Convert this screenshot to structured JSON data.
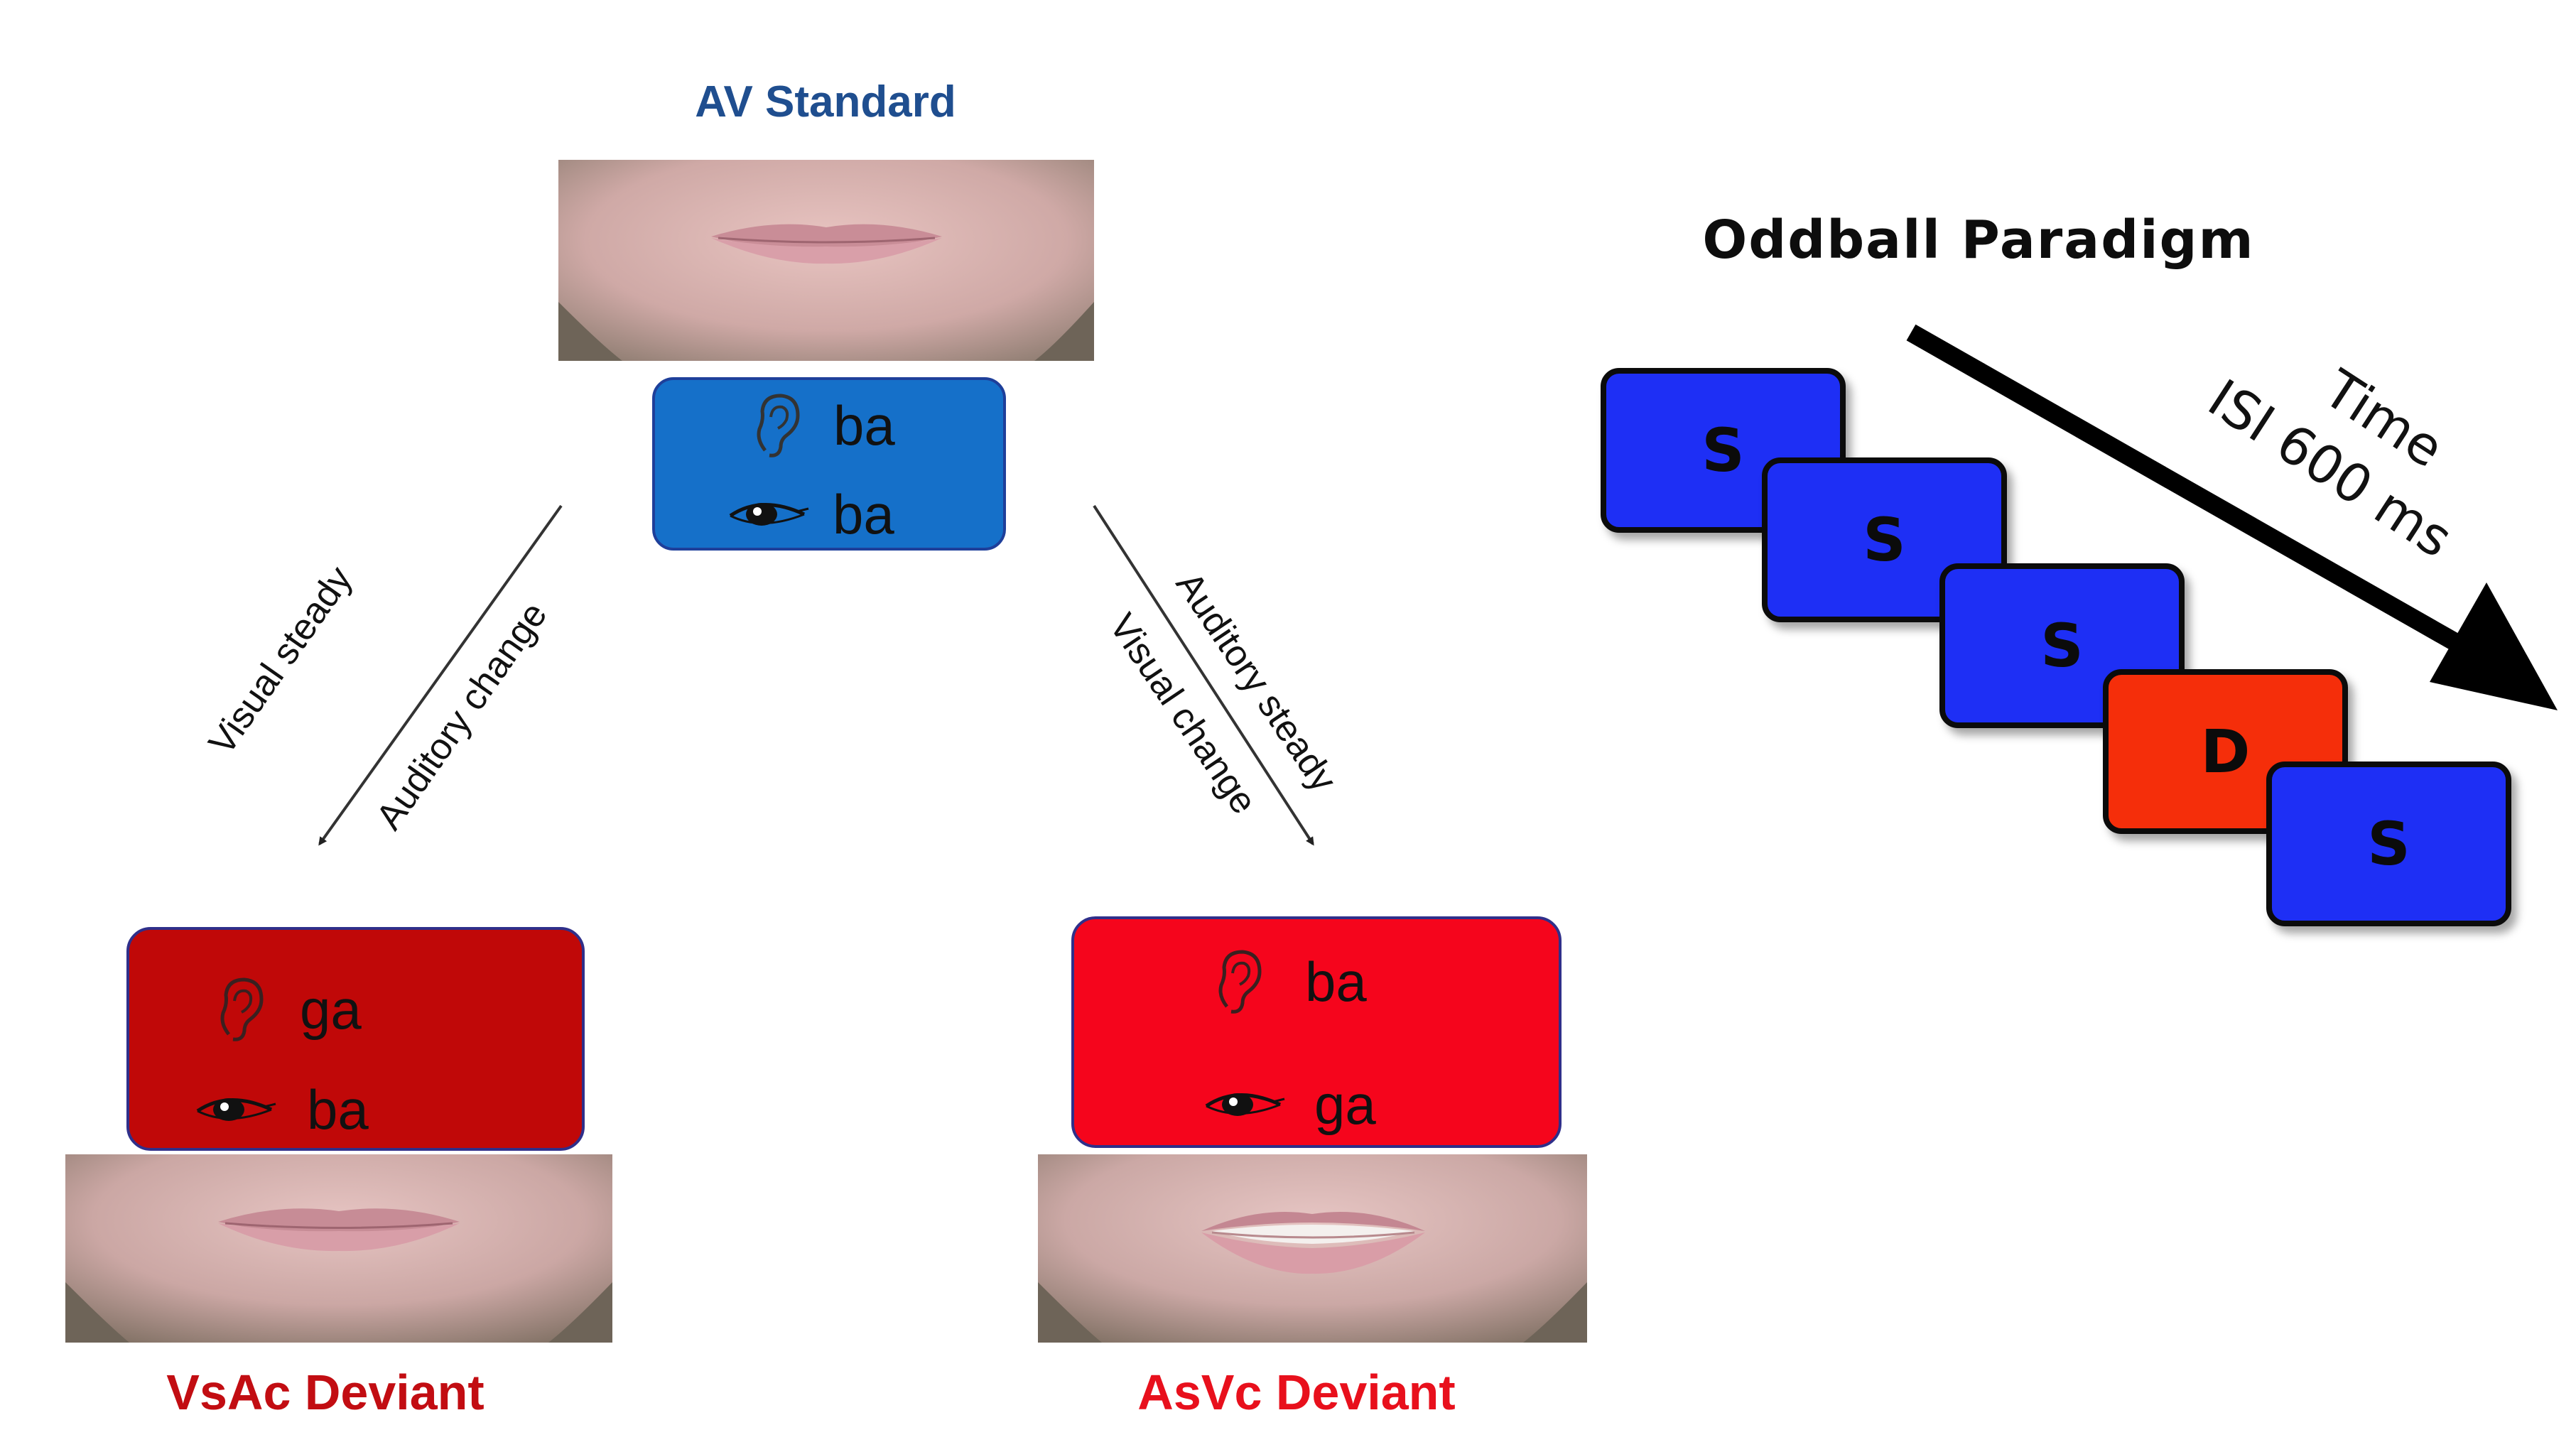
{
  "av_standard": {
    "title": "AV Standard",
    "auditory": "ba",
    "visual": "ba",
    "box_color": "#1570c9",
    "title_color": "#1f4e8f"
  },
  "vsac_deviant": {
    "title": "VsAc Deviant",
    "auditory": "ga",
    "visual": "ba",
    "box_color": "#c00808",
    "title_color": "#c20d12"
  },
  "asvc_deviant": {
    "title": "AsVc Deviant",
    "auditory": "ba",
    "visual": "ga",
    "box_color": "#f5051c",
    "title_color": "#e8101c"
  },
  "arrows": {
    "left": {
      "label_1": "Visual steady",
      "label_2": "Auditory change"
    },
    "right": {
      "label_1": "Auditory steady",
      "label_2": "Visual change"
    }
  },
  "oddball": {
    "title": "Oddball Paradigm",
    "time_label": "Time",
    "isi_label": "ISI 600 ms",
    "sequence": [
      "S",
      "S",
      "S",
      "D",
      "S"
    ],
    "standard_color": "#1e2ff5",
    "deviant_color": "#f52e0a"
  },
  "icons": {
    "auditory": "ear-icon",
    "visual": "eye-icon"
  }
}
